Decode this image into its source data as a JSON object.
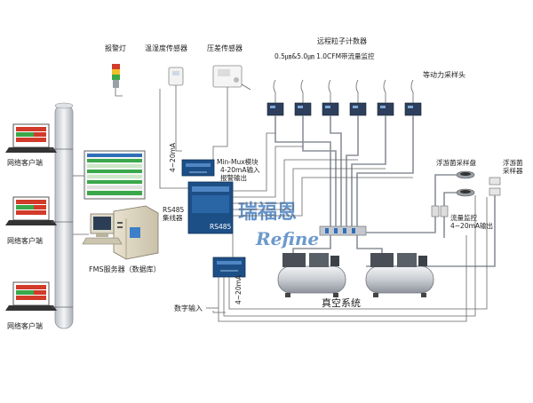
{
  "labels": {
    "alarm_light": "报警灯",
    "temp_humidity_sensor": "温湿度传感器",
    "pressure_sensor": "压差传感器",
    "remote_counter": "远程粒子计数器",
    "counter_spec": "0.5㎛&5.0㎛ 1.0CFM带流量监控",
    "isokinetic_probe": "等动力采样头",
    "network_client": "网络客户端",
    "signal_4_20ma": "4~20mA",
    "minimux_line1": "Min-Mux模块",
    "minimux_line2": "4-20mA输入",
    "minimux_line3": "报警输出",
    "rs485_line1": "RS485",
    "rs485_line2": "集线器",
    "rs485_panel": "RS485",
    "fms_server": "FMS服务器（数据库）",
    "plankton_plate": "浮游菌采样盘",
    "plankton_sampler_line1": "浮游菌",
    "plankton_sampler_line2": "采样器",
    "flow_monitor_line1": "流量监控",
    "flow_monitor_line2": "4~20mA输出",
    "digital_input": "数字输入",
    "vacuum_system": "真空系统"
  },
  "watermark": {
    "cn": "瑞福恩",
    "en": "Refine"
  },
  "colors": {
    "pipe": "#8a8f97",
    "counter_body": "#2d3f5c",
    "module_body": "#1d4f87",
    "accent_blue": "#2f6fb8",
    "screen_red": "#d23a2a",
    "screen_green": "#3aa84a"
  }
}
